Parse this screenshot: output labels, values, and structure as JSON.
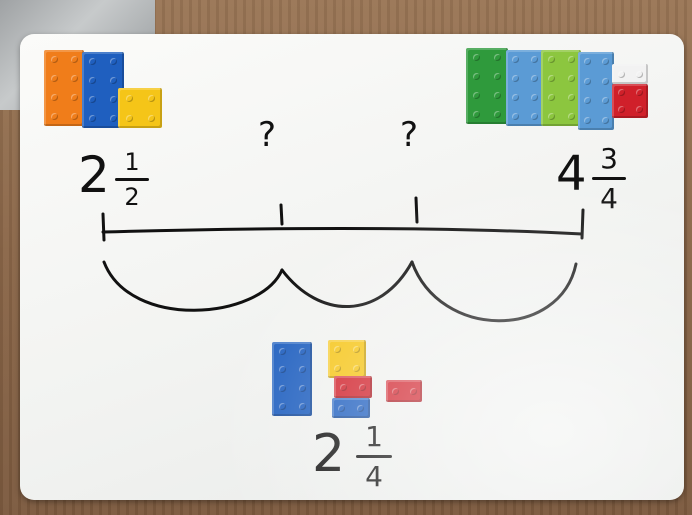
{
  "scene": {
    "labels": {
      "start": {
        "whole": "2",
        "numerator": "1",
        "denominator": "2"
      },
      "end": {
        "whole": "4",
        "numerator": "3",
        "denominator": "4"
      },
      "question_1": "?",
      "question_2": "?",
      "jump": {
        "whole": "2",
        "numerator": "1",
        "denominator": "4"
      }
    },
    "colors": {
      "board": "#f4f5f3",
      "ink": "#111111",
      "orange": "#f07d1a",
      "blue": "#1f5fbf",
      "yellow": "#f5c518",
      "green": "#2f9a3c",
      "light_blue": "#5b9bd5",
      "lime": "#8cc63f",
      "red": "#d0202a",
      "white": "#f2f2f2"
    }
  }
}
